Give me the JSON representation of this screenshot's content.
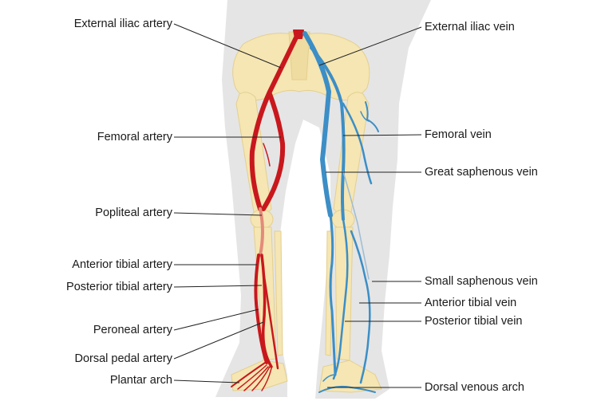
{
  "labels": {
    "left": [
      "External iliac artery",
      "Femoral artery",
      "Popliteal artery",
      "Anterior tibial artery",
      "Posterior tibial artery",
      "Peroneal artery",
      "Dorsal pedal artery",
      "Plantar arch"
    ],
    "right": [
      "External iliac vein",
      "Femoral vein",
      "Great saphenous vein",
      "Small saphenous vein",
      "Anterior tibial vein",
      "Posterior tibial vein",
      "Dorsal venous arch"
    ]
  },
  "colors": {
    "artery": "#c8181d",
    "vein": "#3c8ec6",
    "bone": "#f5e6b3",
    "silhouette": "#d9d9d9",
    "leader": "#222222"
  }
}
